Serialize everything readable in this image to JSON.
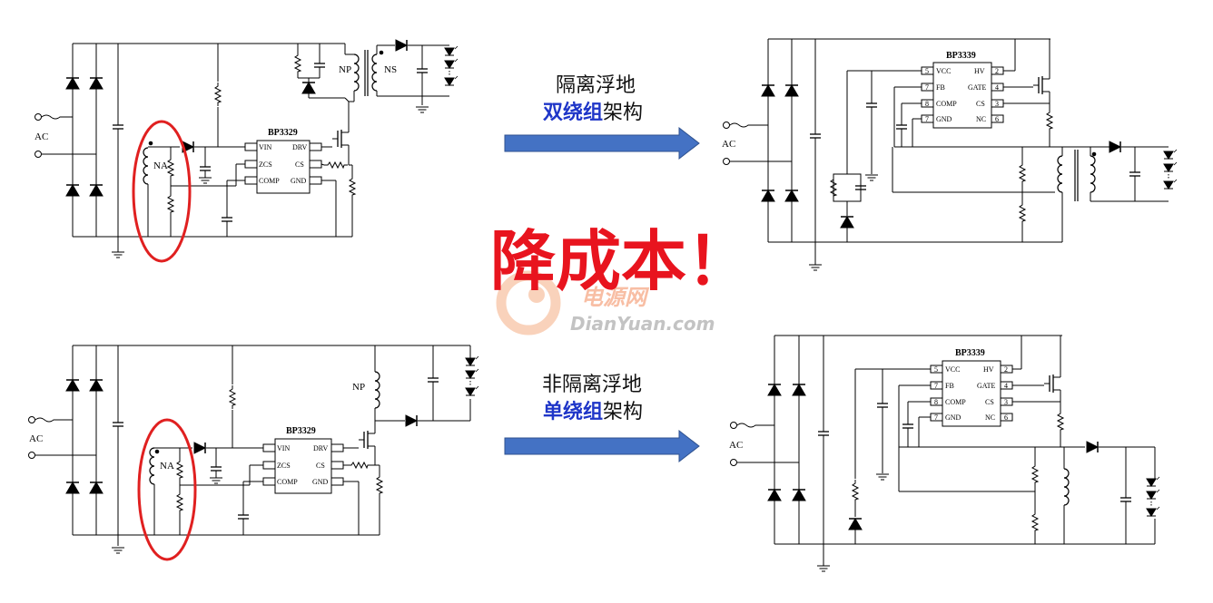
{
  "colors": {
    "highlight_red": "#e02020",
    "arrow_blue": "#4472c4",
    "accent_blue": "#1f36c8",
    "title_red": "#e8141e",
    "watermark_orange": "#f7b58f",
    "watermark_text": "#b9b9b9"
  },
  "circuits": {
    "top_left": {
      "chip": "BP3329",
      "pins_left": [
        "VIN",
        "ZCS",
        "COMP"
      ],
      "pins_right": [
        "DRV",
        "CS",
        "GND"
      ],
      "labels": [
        "AC",
        "NA",
        "NP",
        "NS"
      ]
    },
    "bottom_left": {
      "chip": "BP3329",
      "pins_left": [
        "VIN",
        "ZCS",
        "COMP"
      ],
      "pins_right": [
        "DRV",
        "CS",
        "GND"
      ],
      "labels": [
        "AC",
        "NA",
        "NP"
      ]
    },
    "top_right": {
      "chip": "BP3339",
      "pins_left": [
        "VCC",
        "FB",
        "COMP",
        "GND"
      ],
      "pins_right": [
        "HV",
        "GATE",
        "CS",
        "NC"
      ],
      "pin_numbers_left": [
        "5",
        "7",
        "8",
        "7"
      ],
      "pin_numbers_right": [
        "2",
        "4",
        "3",
        "6"
      ],
      "labels": [
        "AC"
      ]
    },
    "bottom_right": {
      "chip": "BP3339",
      "pins_left": [
        "VCC",
        "FB",
        "COMP",
        "GND"
      ],
      "pins_right": [
        "HV",
        "GATE",
        "CS",
        "NC"
      ],
      "pin_numbers_left": [
        "5",
        "7",
        "8",
        "7"
      ],
      "pin_numbers_right": [
        "2",
        "4",
        "3",
        "6"
      ],
      "labels": [
        "AC"
      ]
    }
  },
  "captions": {
    "isolated": {
      "line1": "隔离浮地",
      "line2_highlight": "双绕组",
      "line2_rest": "架构"
    },
    "non_isolated": {
      "line1": "非隔离浮地",
      "line2_highlight": "单绕组",
      "line2_rest": "架构"
    }
  },
  "headline": "降成本！",
  "watermark": {
    "cn": "电源网",
    "en": "DianYuan.com"
  }
}
